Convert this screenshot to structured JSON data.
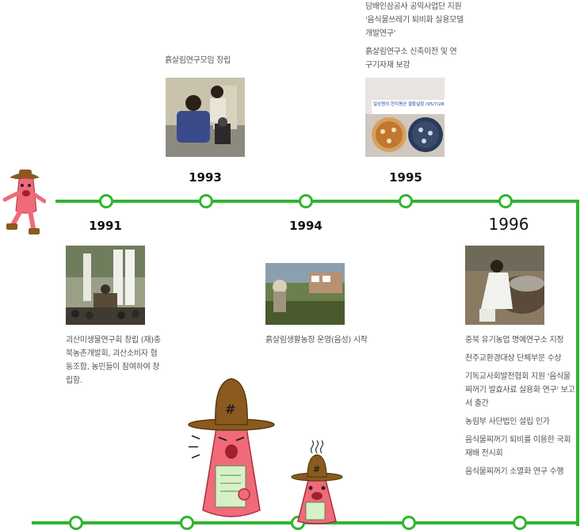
{
  "years": {
    "y1991": "1991",
    "y1993": "1993",
    "y1994": "1994",
    "y1995": "1995",
    "y1996": "1996"
  },
  "events": {
    "e1991": "괴산미생물연구회 창립 (재)충북농촌개발회, 괴산소비자 협동조합, 농민들이 참여하여 창립함.",
    "e1993": "흙살림연구모임 창립",
    "e1994": "흙살림생활농장 운영(음성) 시작",
    "e1995": [
      "담배인삼공사 공익사업단 지원 '음식물쓰레기 퇴비화 실용모델 개발연구'",
      "흙살림연구소 신축이전 및 연구기자재 보강"
    ],
    "e1996": [
      "충북 유기농업 명예연구소 지정",
      "천주교환경대상 단체부문 수상",
      "기독교사회발전협회 지원 '음식물찌꺼기 발효사료 실용화 연구' 보고서 출간",
      "농림부 사단법인 설립 인가",
      "음식물찌꺼기 퇴비를 이용한 국회재배 전시회",
      "음식물찌꺼기 소멸화 연구 수행"
    ]
  },
  "photo_caption": "일상원의 현지평균 결황실험 (95/7/28)",
  "hat_mark": "#",
  "colors": {
    "line": "#2fb52f",
    "character_body": "#f06a7a",
    "hat": "#8a5a1e"
  }
}
